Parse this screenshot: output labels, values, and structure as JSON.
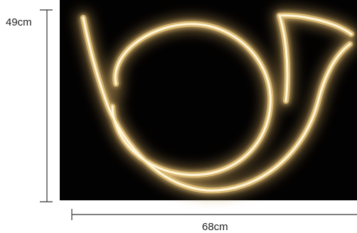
{
  "product": {
    "subject": "post horn",
    "style": "neon sign",
    "glow_color": "#f7e0a2",
    "background_color": "#030202"
  },
  "dimensions": {
    "height_label": "49cm",
    "width_label": "68cm"
  },
  "colors": {
    "dimension_line": "#333333",
    "page_background": "#ffffff"
  }
}
